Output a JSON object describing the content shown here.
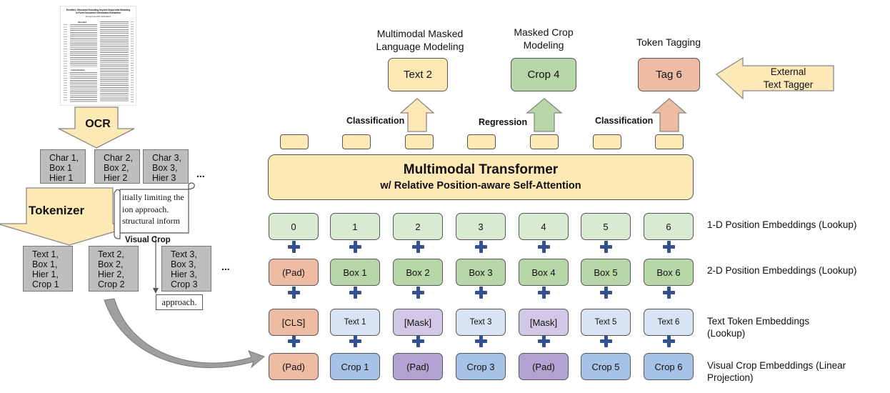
{
  "document": {
    "title": "FormNet: Structural Encoding beyond Sequential Modeling in Form Document Information Extraction",
    "authors": "Anonymous ACL submission",
    "abstract_heading": "Abstract",
    "intro_heading": "1   Introduction"
  },
  "ocr": {
    "label": "OCR"
  },
  "char_boxes": [
    [
      "Char 1,",
      "Box 1",
      "Hier 1"
    ],
    [
      "Char 2,",
      "Box 2,",
      "Hier 2"
    ],
    [
      "Char 3,",
      "Box 3,",
      "Hier 3"
    ]
  ],
  "char_ellipsis": "...",
  "tokenizer": {
    "label": "Tokenizer"
  },
  "scroll_text": [
    "itially limiting the",
    "ion approach.",
    "structural inform"
  ],
  "visual_crop_label": "Visual Crop",
  "crop_word": "approach.",
  "token_boxes": [
    [
      "Text 1,",
      "Box 1,",
      "Hier 1,",
      "Crop 1"
    ],
    [
      "Text 2,",
      "Box 2,",
      "Hier 2,",
      "Crop 2"
    ],
    [
      "Text 3,",
      "Box 3,",
      "Hier 3,",
      "Crop 3"
    ]
  ],
  "token_ellipsis": "...",
  "heads": {
    "mlm_title": [
      "Multimodal Masked",
      "Language Modeling"
    ],
    "mlm_output": "Text 2",
    "mcm_title": [
      "Masked Crop",
      "Modeling"
    ],
    "mcm_output": "Crop 4",
    "tag_title": "Token Tagging",
    "tag_output": "Tag 6",
    "classification_1": "Classification",
    "regression": "Regression",
    "classification_2": "Classification",
    "external_tagger": [
      "External",
      "Text Tagger"
    ]
  },
  "transformer": {
    "title": "Multimodal Transformer",
    "subtitle": "w/ Relative Position-aware Self-Attention"
  },
  "rows": {
    "pos1d": [
      "0",
      "1",
      "2",
      "3",
      "4",
      "5",
      "6"
    ],
    "pos2d": [
      "(Pad)",
      "Box 1",
      "Box 2",
      "Box 3",
      "Box 4",
      "Box 5",
      "Box 6"
    ],
    "text": [
      "[CLS]",
      "Text 1",
      "[Mask]",
      "Text 3",
      "[Mask]",
      "Text 5",
      "Text 6"
    ],
    "crop": [
      "(Pad)",
      "Crop 1",
      "(Pad)",
      "Crop 3",
      "(Pad)",
      "Crop 5",
      "Crop 6"
    ]
  },
  "row_labels": {
    "pos1d": [
      "1-D Position Embeddings (Lookup)"
    ],
    "pos2d": [
      "2-D Position Embeddings (Lookup)"
    ],
    "text": [
      "Text Token Embeddings",
      "(Lookup)"
    ],
    "crop": [
      "Visual Crop Embeddings (Linear",
      "Projection)"
    ]
  },
  "colors": {
    "yellow": "#fde9b6",
    "green": "#d8ead2",
    "green_dark": "#b7d7a8",
    "salmon": "#eebca3",
    "lavender": "#d0c8e4",
    "purple": "#b3a3d2",
    "light_blue": "#d8e4f3",
    "blue": "#a6c2e6",
    "plus_blue": "#33508f"
  }
}
